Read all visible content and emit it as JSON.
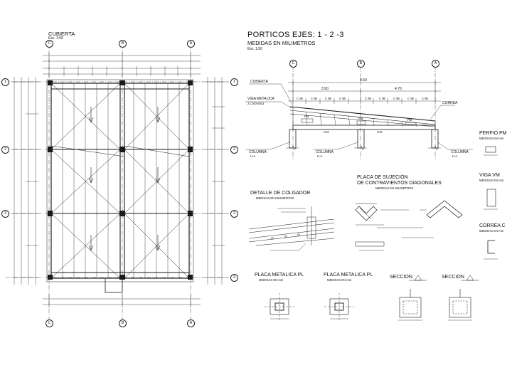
{
  "plan": {
    "title": "CUBIERTA",
    "scale": "Esc.  1:50",
    "axes_top": [
      "C",
      "B",
      "A"
    ],
    "axes_side": [
      "1",
      "2",
      "3"
    ]
  },
  "frames": {
    "title": "PORTICOS EJES: 1 - 2 -3",
    "subtitle": "MEDIDAS EN MILIMETROS",
    "scale": "Esc.  1:50",
    "axes": [
      "C",
      "B",
      "A"
    ],
    "dim_total": "8.60",
    "dim_left": "3.90",
    "dim_right": "4.70",
    "spacing_label": "C 96",
    "label_cubierta": "CUBIERTA",
    "label_viga": "VIGA METALICA",
    "label_viga_sub": "2 [ 200-50x3",
    "label_correa": "CORREA",
    "beam_pm": "PM",
    "beam_va2": "VA2",
    "column_label": "COLUMNA",
    "column_sub": "H.A."
  },
  "details": {
    "hanger_title": "DETALLE DE COLGADOR",
    "hanger_sub": "MEDIDAS EN MILIMETROS",
    "bracing_title_1": "PLACA DE SUJECIÓN",
    "bracing_title_2": "DE CONTRAVIENTOS DIAGONALES",
    "bracing_sub": "MEDIDAS EN MILIMETROS",
    "perfil_title": "PERFIO PM",
    "perfil_sub": "MEDIDAS EN mm",
    "viga_title": "VIGA VM",
    "viga_sub": "MEDIDAS EN mm",
    "correa_title": "CORREA C",
    "correa_sub": "MEDIDAS EN mm",
    "placa1_title": "PLACA METALICA PL",
    "placa1_sub": "MEDIDAS EN mm",
    "placa2_title": "PLACA METALICA PL",
    "placa2_sub": "MEDIDAS EN mm",
    "seccion1_title": "SECCION",
    "seccion2_title": "SECCION"
  },
  "colors": {
    "ink": "#1a1a1a",
    "paper": "#ffffff"
  }
}
